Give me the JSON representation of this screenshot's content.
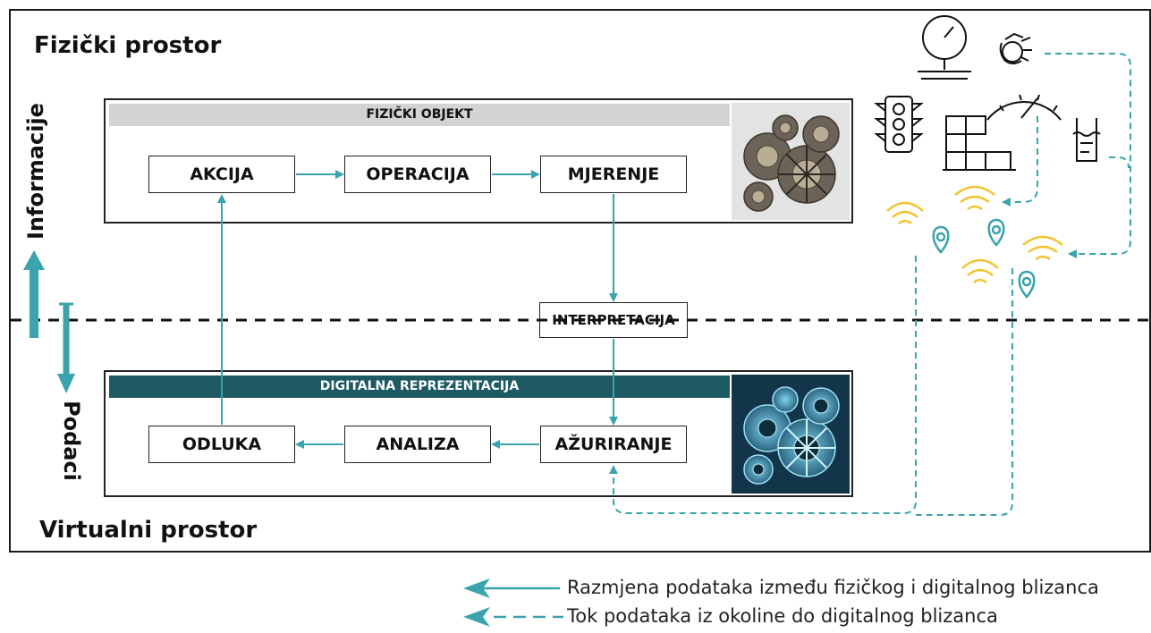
{
  "regions": {
    "physical_label": "Fizički prostor",
    "virtual_label": "Virtualni prostor"
  },
  "side_labels": {
    "upper": "Informacije",
    "lower": "Podaci"
  },
  "physical_object": {
    "header": "FIZIČKI OBJEKT",
    "steps": [
      "AKCIJA",
      "OPERACIJA",
      "MJERENJE"
    ]
  },
  "interpretation": "INTERPRETACIJA",
  "digital_representation": {
    "header": "DIGITALNA REPREZENTACIJA",
    "steps": [
      "ODLUKA",
      "ANALIZA",
      "AŽURIRANJE"
    ]
  },
  "legend": {
    "solid": "Razmjena podataka između fizičkog i digitalnog blizanca",
    "dashed": "Tok podataka iz okoline do digitalnog blizanca"
  },
  "colors": {
    "accent": "#3aa3ab",
    "dark_header": "#1d5a63",
    "light_header": "#d3d3d3",
    "signal": "#f2c22e"
  },
  "icons": [
    "gauge-icon",
    "hand-sensor-icon",
    "traffic-light-icon",
    "boxes-icon",
    "speedometer-icon",
    "water-level-icon",
    "wifi-signal-icon",
    "location-pin-icon",
    "gears-image",
    "digital-gears-image"
  ]
}
